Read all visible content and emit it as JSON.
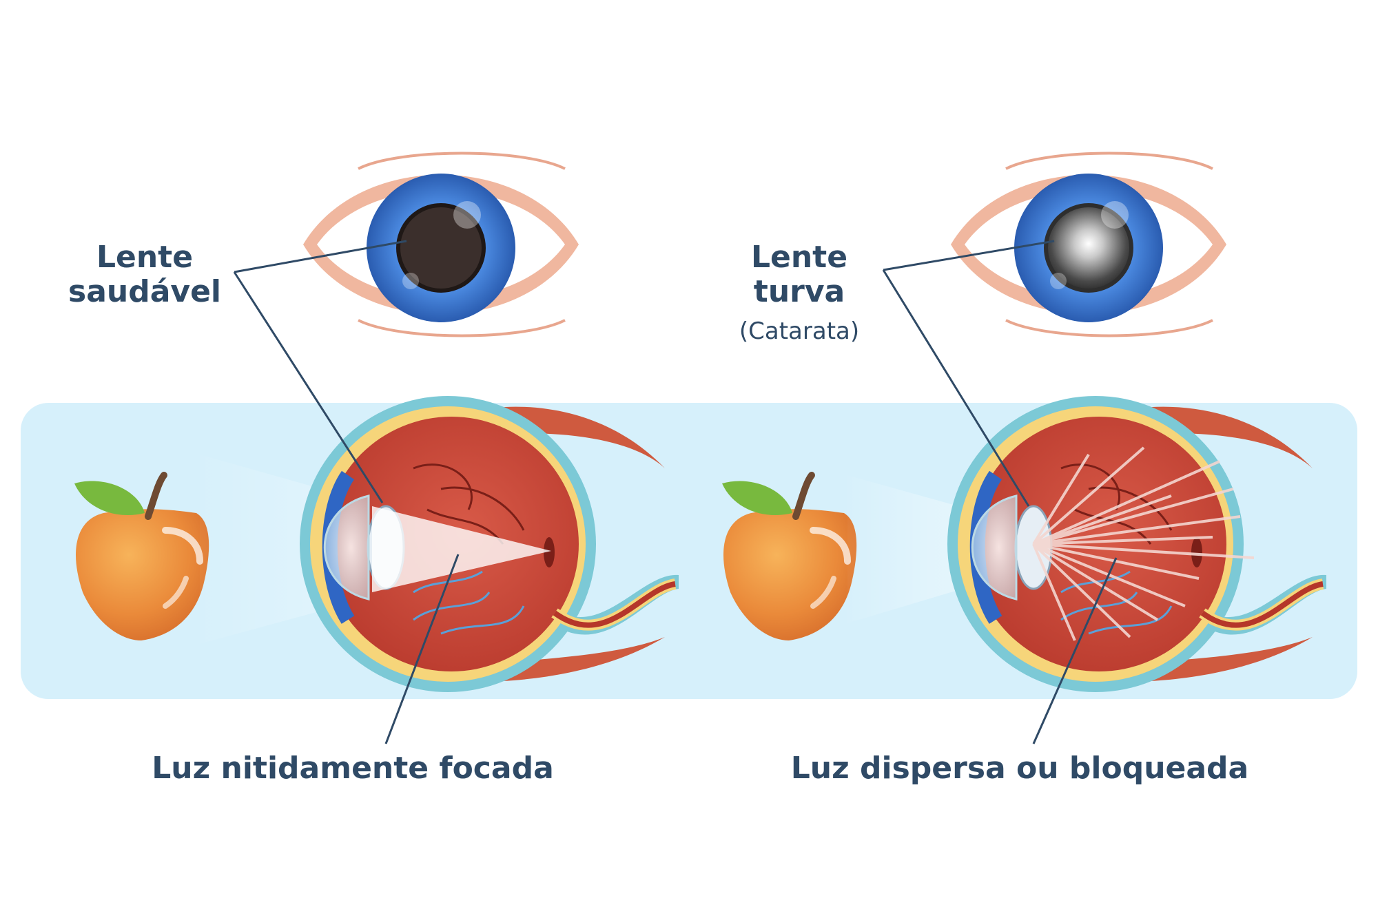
{
  "left_panel": {
    "label_line1": "Lente",
    "label_line2": "saudável",
    "bottom_label": "Luz nitidamente focada"
  },
  "right_panel": {
    "label_line1": "Lente",
    "label_line2": "turva",
    "label_note": "(Catarata)",
    "bottom_label": "Luz dispersa ou bloqueada"
  },
  "colors": {
    "text": "#2f4a66",
    "panel_bg": "#d6f0fb",
    "iris": "#3f79d1",
    "muscle": "#cf5a3f",
    "eyeball_inner": "#b63a2a",
    "apple": "#e88a3c"
  }
}
